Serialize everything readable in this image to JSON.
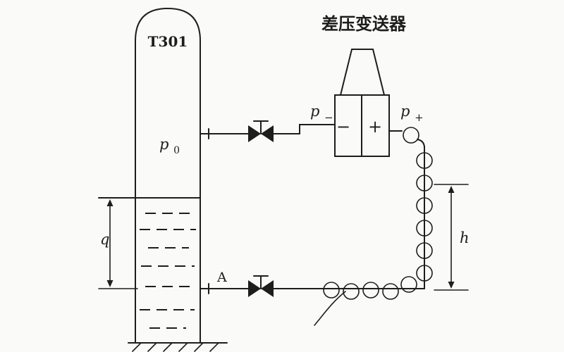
{
  "colors": {
    "ink": "#1d1d1d",
    "paper": "#fafaf8"
  },
  "title": {
    "text": "差压变送器"
  },
  "tank": {
    "label": "T301",
    "pressure_base": "p",
    "pressure_sub": "0"
  },
  "dimensions": {
    "level": "q",
    "height": "h"
  },
  "labels": {
    "tap_point": "A",
    "p_minus_base": "p",
    "p_minus_sub": "−",
    "p_plus_base": "p",
    "p_plus_sub": "+"
  },
  "transmitter": {
    "minus": "−",
    "plus": "+"
  }
}
